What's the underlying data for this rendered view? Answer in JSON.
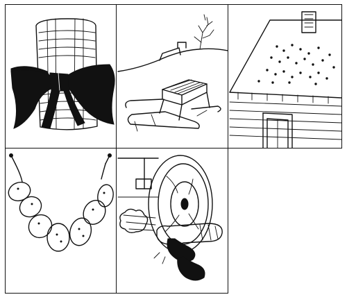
{
  "panels": [
    {
      "id": "p1",
      "icon": "hat-with-bow-icon"
    },
    {
      "id": "p2",
      "icon": "sled-icon"
    },
    {
      "id": "p3",
      "icon": "snowy-roof-icon"
    },
    {
      "id": "p4",
      "icon": "potato-garland-icon"
    },
    {
      "id": "p5",
      "icon": "wheel-and-shoe-icon"
    }
  ],
  "colors": {
    "ink": "#111111",
    "paper": "#ffffff"
  }
}
